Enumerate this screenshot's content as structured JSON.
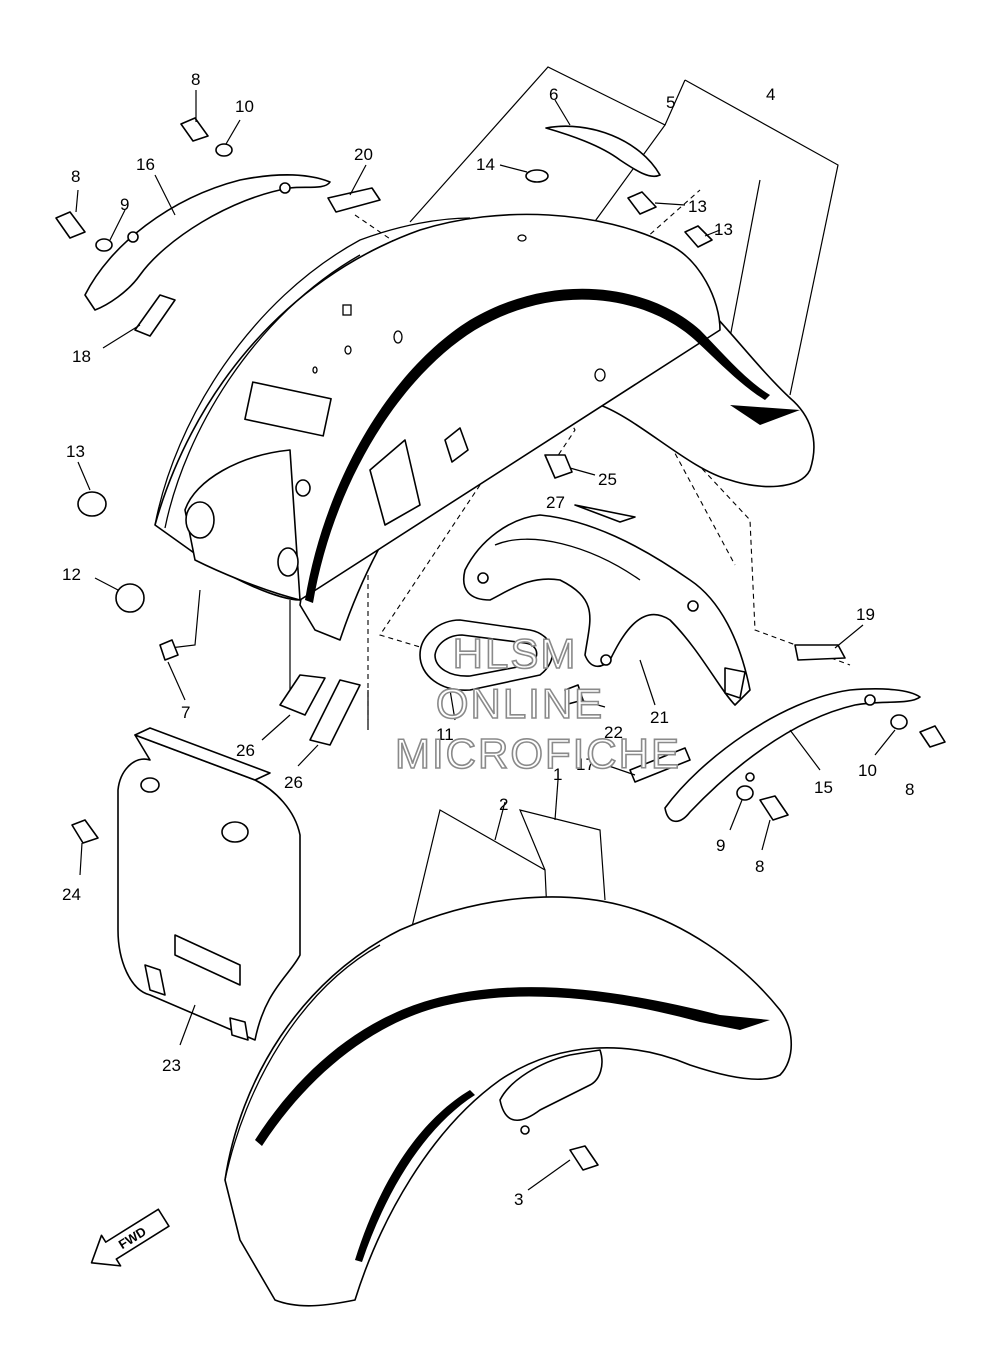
{
  "callouts": [
    {
      "label": "8"
    },
    {
      "label": "10"
    },
    {
      "label": "8"
    },
    {
      "label": "9"
    },
    {
      "label": "16"
    },
    {
      "label": "20"
    },
    {
      "label": "18"
    },
    {
      "label": "6"
    },
    {
      "label": "5"
    },
    {
      "label": "4"
    },
    {
      "label": "14"
    },
    {
      "label": "13"
    },
    {
      "label": "13"
    },
    {
      "label": "13"
    },
    {
      "label": "25"
    },
    {
      "label": "27"
    },
    {
      "label": "12"
    },
    {
      "label": "7"
    },
    {
      "label": "19"
    },
    {
      "label": "11"
    },
    {
      "label": "22"
    },
    {
      "label": "21"
    },
    {
      "label": "26"
    },
    {
      "label": "26"
    },
    {
      "label": "17"
    },
    {
      "label": "1"
    },
    {
      "label": "2"
    },
    {
      "label": "15"
    },
    {
      "label": "10"
    },
    {
      "label": "8"
    },
    {
      "label": "9"
    },
    {
      "label": "8"
    },
    {
      "label": "24"
    },
    {
      "label": "23"
    },
    {
      "label": "3"
    }
  ],
  "watermark": {
    "line1": "HLSM",
    "line2": "ONLINE",
    "line3": "MICROFICHE"
  },
  "fwd_arrow_label": "FWD"
}
